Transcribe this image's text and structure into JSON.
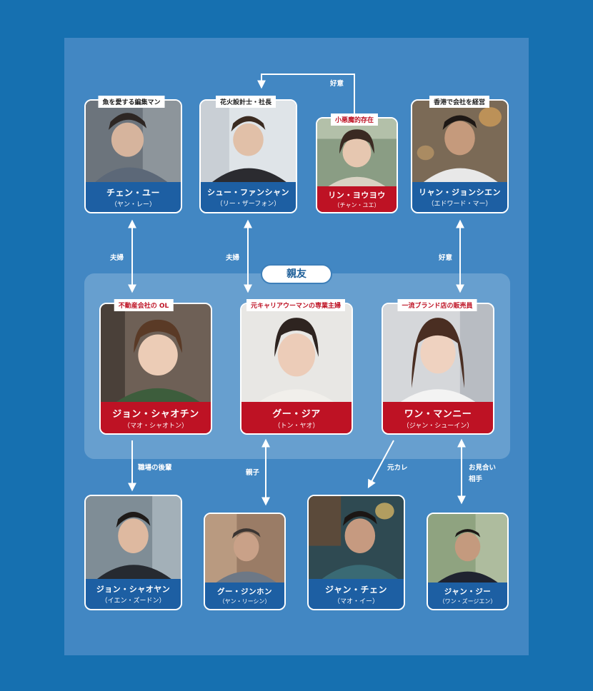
{
  "friends_label": "親友",
  "relations": {
    "r1": "夫婦",
    "r2": "夫婦",
    "r3": "好意",
    "r4": "好意",
    "r5": "職場の後輩",
    "r6": "親子",
    "r7": "元カレ",
    "r8a": "お見合い",
    "r8b": "相手"
  },
  "characters": {
    "chen_yu": {
      "tag": "魚を愛する編集マン",
      "name": "チェン・ユー",
      "actor": "（ヤン・レー）",
      "plate": "blue"
    },
    "xu_fanxian": {
      "tag": "花火設計士・社長",
      "name": "シュー・ファンシャン",
      "actor": "（リー・ザーフォン）",
      "plate": "blue"
    },
    "lin_youyou": {
      "tag": "小悪魔的存在",
      "name": "リン・ヨウヨウ",
      "actor": "（チャン・ユエ）",
      "plate": "red"
    },
    "liang_zhengxian": {
      "tag": "香港で会社を経営",
      "name": "リャン・ジョンシエン",
      "actor": "（エドワード・マー）",
      "plate": "blue"
    },
    "zhong_xiaoqin": {
      "tag": "不動産会社の OL",
      "name": "ジョン・シャオチン",
      "actor": "（マオ・シャオトン）",
      "plate": "red"
    },
    "gu_jia": {
      "tag": "元キャリアウーマンの専業主婦",
      "name": "グー・ジア",
      "actor": "（トン・ヤオ）",
      "plate": "red"
    },
    "wang_manni": {
      "tag": "一流ブランド店の販売員",
      "name": "ワン・マンニー",
      "actor": "（ジャン・シューイン）",
      "plate": "red"
    },
    "zhong_xiaoyang": {
      "name": "ジョン・シャオヤン",
      "actor": "（イエン・ズードン）",
      "plate": "blue"
    },
    "gu_jinghong": {
      "name": "グー・ジンホン",
      "actor": "（ヤン・リーシン）",
      "plate": "blue"
    },
    "zhang_zheng": {
      "name": "ジャン・チェン",
      "actor": "（マオ・イー）",
      "plate": "blue"
    },
    "zhang_zhi": {
      "name": "ジャン・ジー",
      "actor": "（ワン・ズージエン）",
      "plate": "blue"
    }
  },
  "colors": {
    "background": "#1670b0",
    "panel": "#4287c3",
    "plate_blue": "#1d5fa3",
    "plate_red": "#be1224"
  }
}
